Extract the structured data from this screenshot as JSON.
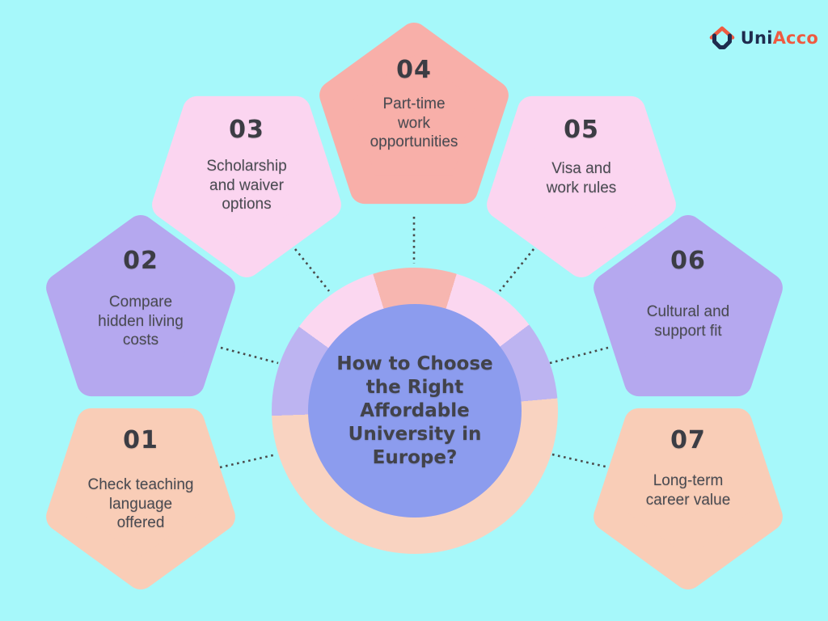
{
  "logo": {
    "brand_first": "Uni",
    "brand_second": "Acco",
    "icon": "house-icon",
    "navy": "#1F2C4E",
    "coral": "#EE5B41"
  },
  "center": {
    "title": "How to Choose the Right Affordable University in Europe?",
    "title_lines": [
      "How to Choose",
      "the Right",
      "Affordable",
      "University in",
      "Europe?"
    ],
    "circle_color": "#8C9CEE"
  },
  "ring": {
    "top": "#F7B6B0",
    "top_right": "#FBD7F0",
    "right": "#BDB4F1",
    "bottom": "#F9D3C1",
    "left": "#BDB4F1",
    "top_left": "#FBD7F0"
  },
  "nodes": [
    {
      "number": "01",
      "label": "Check teaching language offered",
      "lines": [
        "Check teaching",
        "language",
        "offered"
      ],
      "color": "#F9CDB7"
    },
    {
      "number": "02",
      "label": "Compare hidden living costs",
      "lines": [
        "Compare",
        "hidden living",
        "costs"
      ],
      "color": "#B5A8EF"
    },
    {
      "number": "03",
      "label": "Scholarship and waiver options",
      "lines": [
        "Scholarship",
        "and waiver",
        "options"
      ],
      "color": "#FBD5F0"
    },
    {
      "number": "04",
      "label": "Part-time work opportunities",
      "lines": [
        "Part-time",
        "work",
        "opportunities"
      ],
      "color": "#F8AFA9"
    },
    {
      "number": "05",
      "label": "Visa and work rules",
      "lines": [
        "Visa and",
        "work rules"
      ],
      "color": "#FBD5F0"
    },
    {
      "number": "06",
      "label": "Cultural and support fit",
      "lines": [
        "Cultural and",
        "support fit"
      ],
      "color": "#B5A8EF"
    },
    {
      "number": "07",
      "label": "Long-term career value",
      "lines": [
        "Long-term",
        "career value"
      ],
      "color": "#F9CDB7"
    }
  ],
  "colors": {
    "background": "#A6F8FA",
    "text_dark": "#42434B",
    "connector": "#4A4A4A"
  }
}
